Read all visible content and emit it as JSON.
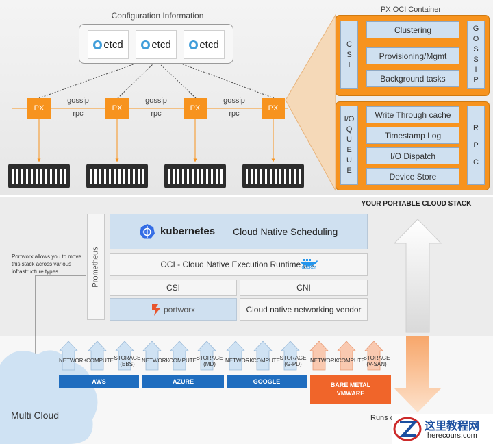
{
  "top": {
    "config_title": "Configuration Information",
    "etcd_label": "etcd",
    "px_label": "PX",
    "link_top": "gossip",
    "link_bottom": "rpc",
    "oci": {
      "title": "PX OCI Container",
      "csi_letters": [
        "C",
        "S",
        "I"
      ],
      "gossip_letters": [
        "G",
        "O",
        "S",
        "S",
        "I",
        "P"
      ],
      "upper_items": [
        "Clustering",
        "Provisioning/Mgmt",
        "Background tasks"
      ],
      "io_queue_letters": [
        "I/O",
        "Q",
        "U",
        "E",
        "U",
        "E"
      ],
      "rpc_letters": [
        "R",
        "P",
        "C"
      ],
      "lower_items": [
        "Write Through cache",
        "Timestamp Log",
        "I/O Dispatch",
        "Device Store"
      ]
    }
  },
  "bottom": {
    "stack_title": "YOUR PORTABLE CLOUD STACK",
    "prometheus": "Prometheus",
    "kubernetes": "kubernetes",
    "cloud_native_scheduling": "Cloud Native Scheduling",
    "oci_runtime": "OCI - Cloud Native Execution Runtime (ex.",
    "docker": "docker",
    "csi": "CSI",
    "cni": "CNI",
    "portworx": "portworx",
    "networking_vendor": "Cloud native networking vendor",
    "note": "Portworx allows you to move this stack across various infrastructure types",
    "multi_cloud": "Multi Cloud",
    "runs": "Runs c",
    "providers": [
      {
        "name": "AWS",
        "items": [
          "NETWORK",
          "COMPUTE",
          "STORAGE"
        ],
        "storage_sub": "(EBS)"
      },
      {
        "name": "AZURE",
        "items": [
          "NETWORK",
          "COMPUTE",
          "STORAGE"
        ],
        "storage_sub": "(MD)"
      },
      {
        "name": "GOOGLE",
        "items": [
          "NETWORK",
          "COMPUTE",
          "STORAGE"
        ],
        "storage_sub": "(G-PD)"
      }
    ],
    "bare_metal": {
      "line1": "BARE METAL",
      "line2": "VMWARE",
      "items": [
        "NETWORK",
        "COMPUTE",
        "STORAGE"
      ],
      "storage_sub": "(V-SAN)"
    }
  },
  "watermark": {
    "cn": "这里教程网",
    "url": "herecours.com"
  },
  "colors": {
    "orange": "#f7931e",
    "blue": "#1f6dbf",
    "light_blue": "#cfe0f0",
    "bare_metal": "#f0652a"
  }
}
